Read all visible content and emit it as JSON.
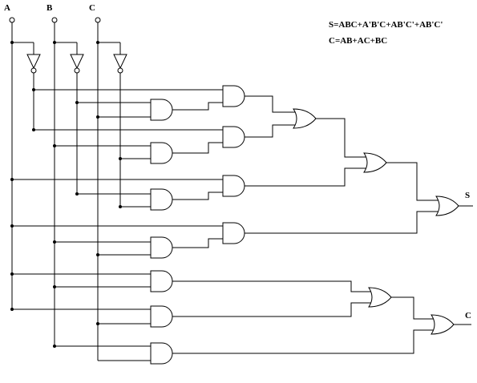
{
  "inputs": [
    {
      "label": "A"
    },
    {
      "label": "B"
    },
    {
      "label": "C"
    }
  ],
  "equations": {
    "sum": "S=ABC+A'B'C+AB'C'+AB'C'",
    "carry": "C=AB+AC+BC"
  },
  "outputs": {
    "sum": "S",
    "carry": "C"
  }
}
